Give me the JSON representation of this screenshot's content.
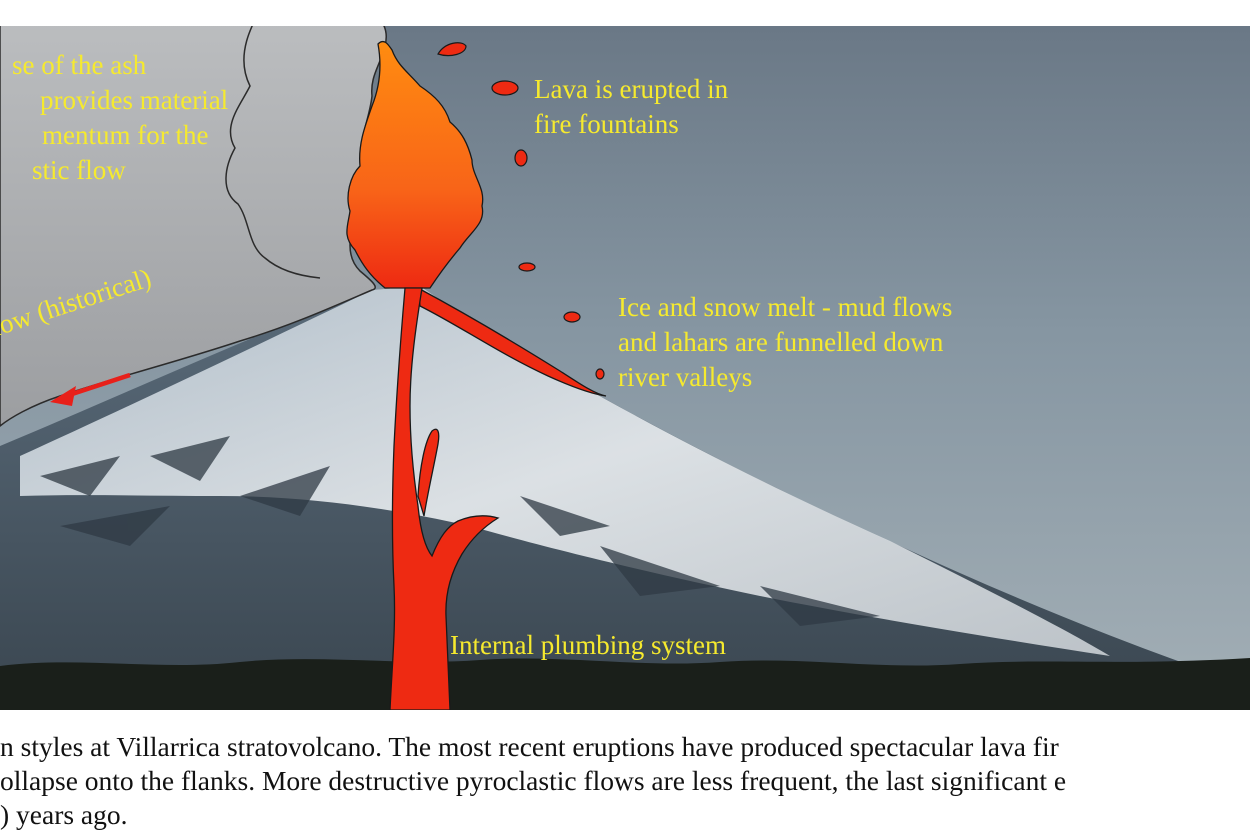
{
  "labels": {
    "ash_column": [
      "se of the ash",
      "provides material",
      "mentum for the",
      "stic flow"
    ],
    "pyroclastic_flow": "low (historical)",
    "fire_fountains": [
      "Lava is erupted in",
      "fire fountains"
    ],
    "mud_flows": [
      "Ice and snow melt - mud flows",
      "and lahars are funnelled down",
      "river valleys"
    ],
    "plumbing": "Internal plumbing system"
  },
  "caption": [
    "n styles at Villarrica stratovolcano.  The most recent eruptions have produced spectacular lava fir",
    "ollapse onto the flanks.  More destructive pyroclastic flows are less frequent, the last significant e",
    ") years ago."
  ],
  "colors": {
    "label_text": "#f6ea2e",
    "magma": "#ee2a12",
    "fountain_top": "#ff8c10",
    "ash_cloud": "#a6a8ab",
    "arrow": "#e8201a"
  }
}
